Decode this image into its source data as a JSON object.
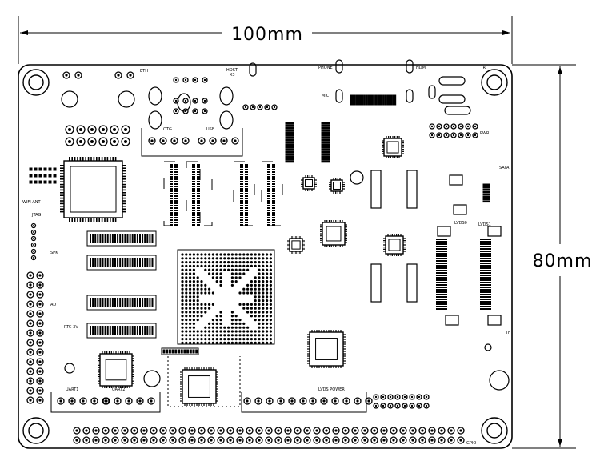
{
  "dimensions": {
    "width_label": "100mm",
    "height_label": "80mm"
  },
  "board_labels": {
    "eth": "ETH",
    "host": "HOST",
    "x3": "X3",
    "otg": "OTG",
    "usb": "USB",
    "phone": "PHONE",
    "mic": "MIC",
    "hdmi": "HDMI",
    "ir": "IR",
    "wifi_ant": "WIFI ANT",
    "spk": "SPK",
    "ad": "AD",
    "rtc_3v": "RTC-3V",
    "uart1": "UART1",
    "uart2": "UART2",
    "lvds_power": "LVDS POWER",
    "sata": "SATA",
    "lvds0": "LVDS0",
    "lvds1": "LVDS1",
    "tf": "TF",
    "gpio": "GPIO",
    "jtag": "JTAG",
    "pwr": "PWR"
  }
}
